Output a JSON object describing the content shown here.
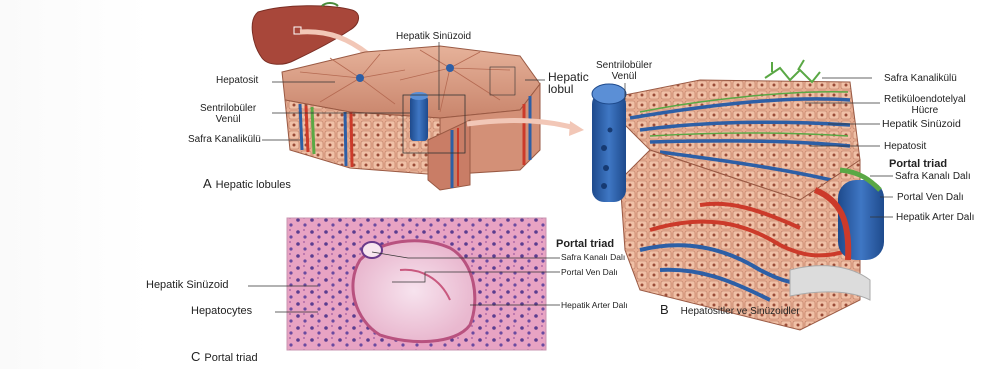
{
  "panel_a": {
    "caption_letter": "A",
    "caption_text": "Hepatic lobules",
    "labels": {
      "hepatik_sinuzoid": "Hepatik Sinüzoid",
      "hepatosit": "Hepatosit",
      "hepatic_lobul": "Hepatic\nlobul",
      "sentrilobuler_venul": "Sentrilobüler\nVenül",
      "safra_kanalikulu": "Safra Kanalikülü"
    }
  },
  "panel_b": {
    "caption_letter": "B",
    "caption_text": "Hepatositler ve Sinüzoidler",
    "labels": {
      "sentrilobuler_venul": "Sentrilobüler\nVenül",
      "safra_kanalikulu": "Safra Kanalikülü",
      "retikuloendotelyal_hucre": "Retiküloendotelyal\nHücre",
      "hepatik_sinuzoid": "Hepatik Sinüzoid",
      "hepatosit": "Hepatosit",
      "portal_triad": "Portal triad",
      "safra_kanali_dali": "Safra Kanalı Dalı",
      "portal_ven_dali": "Portal Ven Dalı",
      "hepatik_arter_dali": "Hepatik Arter Dalı"
    }
  },
  "panel_c": {
    "caption_letter": "C",
    "caption_text": "Portal triad",
    "labels": {
      "portal_triad": "Portal triad",
      "safra_kanali_dali": "Safra Kanalı Dalı",
      "portal_ven_dali": "Portal Ven Dalı",
      "hepatik_arter_dali": "Hepatik Arter Dalı",
      "hepatik_sinuzoid": "Hepatik Sinüzoid",
      "hepatocytes": "Hepatocytes"
    }
  },
  "colors": {
    "liver": "#a8473a",
    "tissue": "#d9a08a",
    "vein": "#2d5fa6",
    "artery": "#cc3a2a",
    "bile": "#5aa845",
    "histology_bg": "#e9a7c4"
  }
}
